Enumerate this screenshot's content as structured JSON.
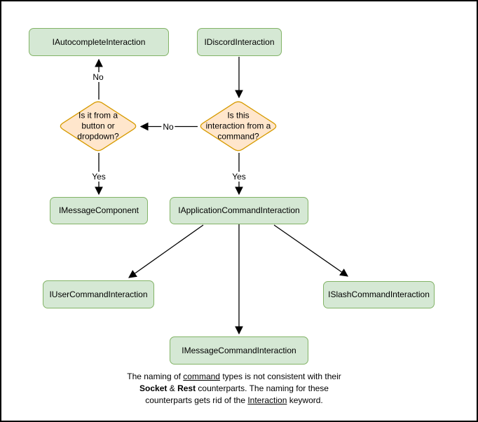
{
  "colors": {
    "background": "#ffffff",
    "frame": "#000000",
    "node_fill": "#d5e8d4",
    "node_border": "#82b366",
    "decision_fill": "#ffe6cc",
    "decision_border": "#d79b00",
    "arrow": "#000000"
  },
  "nodes": {
    "autocomplete": "IAutocompleteInteraction",
    "discord": "IDiscordInteraction",
    "message_component": "IMessageComponent",
    "application_command": "IApplicationCommandInteraction",
    "user_command": "IUserCommandInteraction",
    "slash_command": "ISlashCommandInteraction",
    "message_command": "IMessageCommandInteraction"
  },
  "decisions": {
    "from_command": "Is this\ninteraction from a\ncommand?",
    "button_or_dropdown": "Is it from a\nbutton or\ndropdown?"
  },
  "edge_labels": {
    "no_to_autocomplete": "No",
    "no_to_button_dropdown": "No",
    "yes_to_message_component": "Yes",
    "yes_to_application_command": "Yes"
  },
  "note": {
    "lines": [
      [
        {
          "t": "The naming of "
        },
        {
          "t": "command",
          "u": true
        },
        {
          "t": " types is not consistent with their"
        }
      ],
      [
        {
          "t": "Socket",
          "b": true
        },
        {
          "t": " & "
        },
        {
          "t": "Rest",
          "b": true
        },
        {
          "t": " counterparts. The naming for these"
        }
      ],
      [
        {
          "t": "counterparts gets rid of the "
        },
        {
          "t": "Interaction",
          "u": true
        },
        {
          "t": " keyword."
        }
      ]
    ]
  }
}
